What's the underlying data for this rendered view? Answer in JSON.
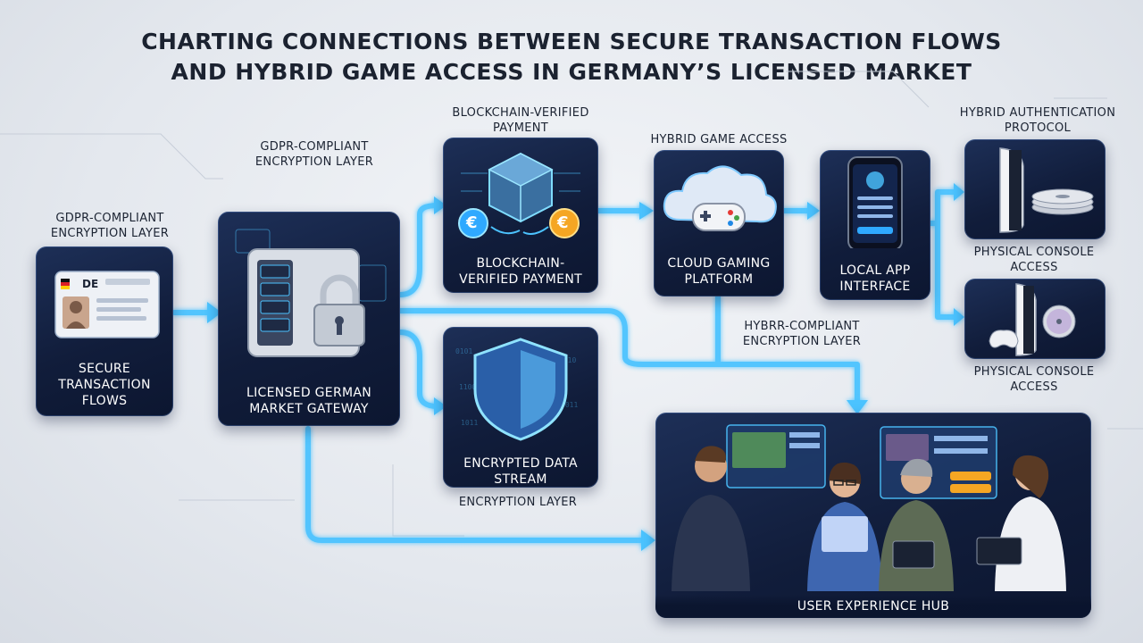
{
  "title": {
    "line1": "CHARTING CONNECTIONS BETWEEN SECURE TRANSACTION FLOWS",
    "line2": "AND HYBRID GAME ACCESS IN GERMANY’S LICENSED MARKET"
  },
  "labels": {
    "gdpr_left": "GDPR-COMPLIANT ENCRYPTION LAYER",
    "gdpr_top": "GDPR-COMPLIANT ENCRYPTION LAYER",
    "blockchain_top": "BLOCKCHAIN-VERIFIED PAYMENT",
    "hybrid_game_access": "HYBRID GAME ACCESS",
    "hybrid_auth": "HYBRID AUTHENTICATION PROTOCOL",
    "hybrr": "HYBRR-COMPLIANT ENCRYPTION LAYER",
    "encryption_layer": "ENCRYPTION LAYER",
    "physical_console_1": "PHYSICAL CONSOLE ACCESS",
    "physical_console_2": "PHYSICAL CONSOLE ACCESS"
  },
  "cards": {
    "secure": "SECURE TRANSACTION FLOWS",
    "gateway": "LICENSED GERMAN MARKET GATEWAY",
    "blockchain": "BLOCKCHAIN-VERIFIED PAYMENT",
    "encrypted": "ENCRYPTED DATA STREAM",
    "cloud": "CLOUD GAMING PLATFORM",
    "local": "LOCAL APP INTERFACE",
    "hub": "USER EXPERIENCE HUB"
  },
  "id_card": {
    "country": "DE"
  },
  "coins": {
    "left": "€",
    "right": "€"
  },
  "colors": {
    "card": "#14234a",
    "glow": "#3fb6ff",
    "coin_blue": "#2fa9ff",
    "coin_gold": "#f5a623",
    "title": "#1b2230"
  }
}
